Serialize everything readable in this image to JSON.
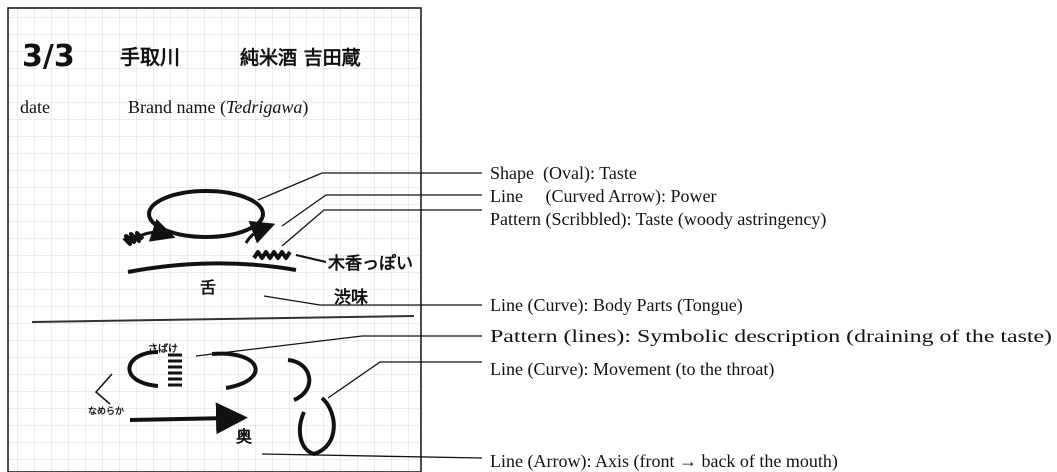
{
  "notebook": {
    "handwritten_date": "3/3",
    "handwritten_brand_jp": "手取川",
    "handwritten_sake_jp": "純米酒 吉田蔵",
    "date_label": "date",
    "brand_label_prefix": "Brand name (",
    "brand_label_italic": "Tedrigawa",
    "brand_label_suffix": ")",
    "note_woody": "木香っぽい",
    "note_astringent": "渋味",
    "note_tongue": "舌",
    "note_fading": "さばけ",
    "note_smooth": "なめらか",
    "note_back": "奥"
  },
  "annotations": [
    {
      "text": "Shape  (Oval): Taste"
    },
    {
      "text": "Line     (Curved Arrow): Power"
    },
    {
      "text": "Pattern (Scribbled): Taste (woody astringency)"
    },
    {
      "text": "Line (Curve): Body Parts (Tongue)"
    },
    {
      "text": "Pattern (lines): Symbolic description (draining of the taste)"
    },
    {
      "text": "Line (Curve): Movement (to the throat)"
    },
    {
      "text": "Line (Arrow): Axis (front → back of the mouth)"
    }
  ]
}
